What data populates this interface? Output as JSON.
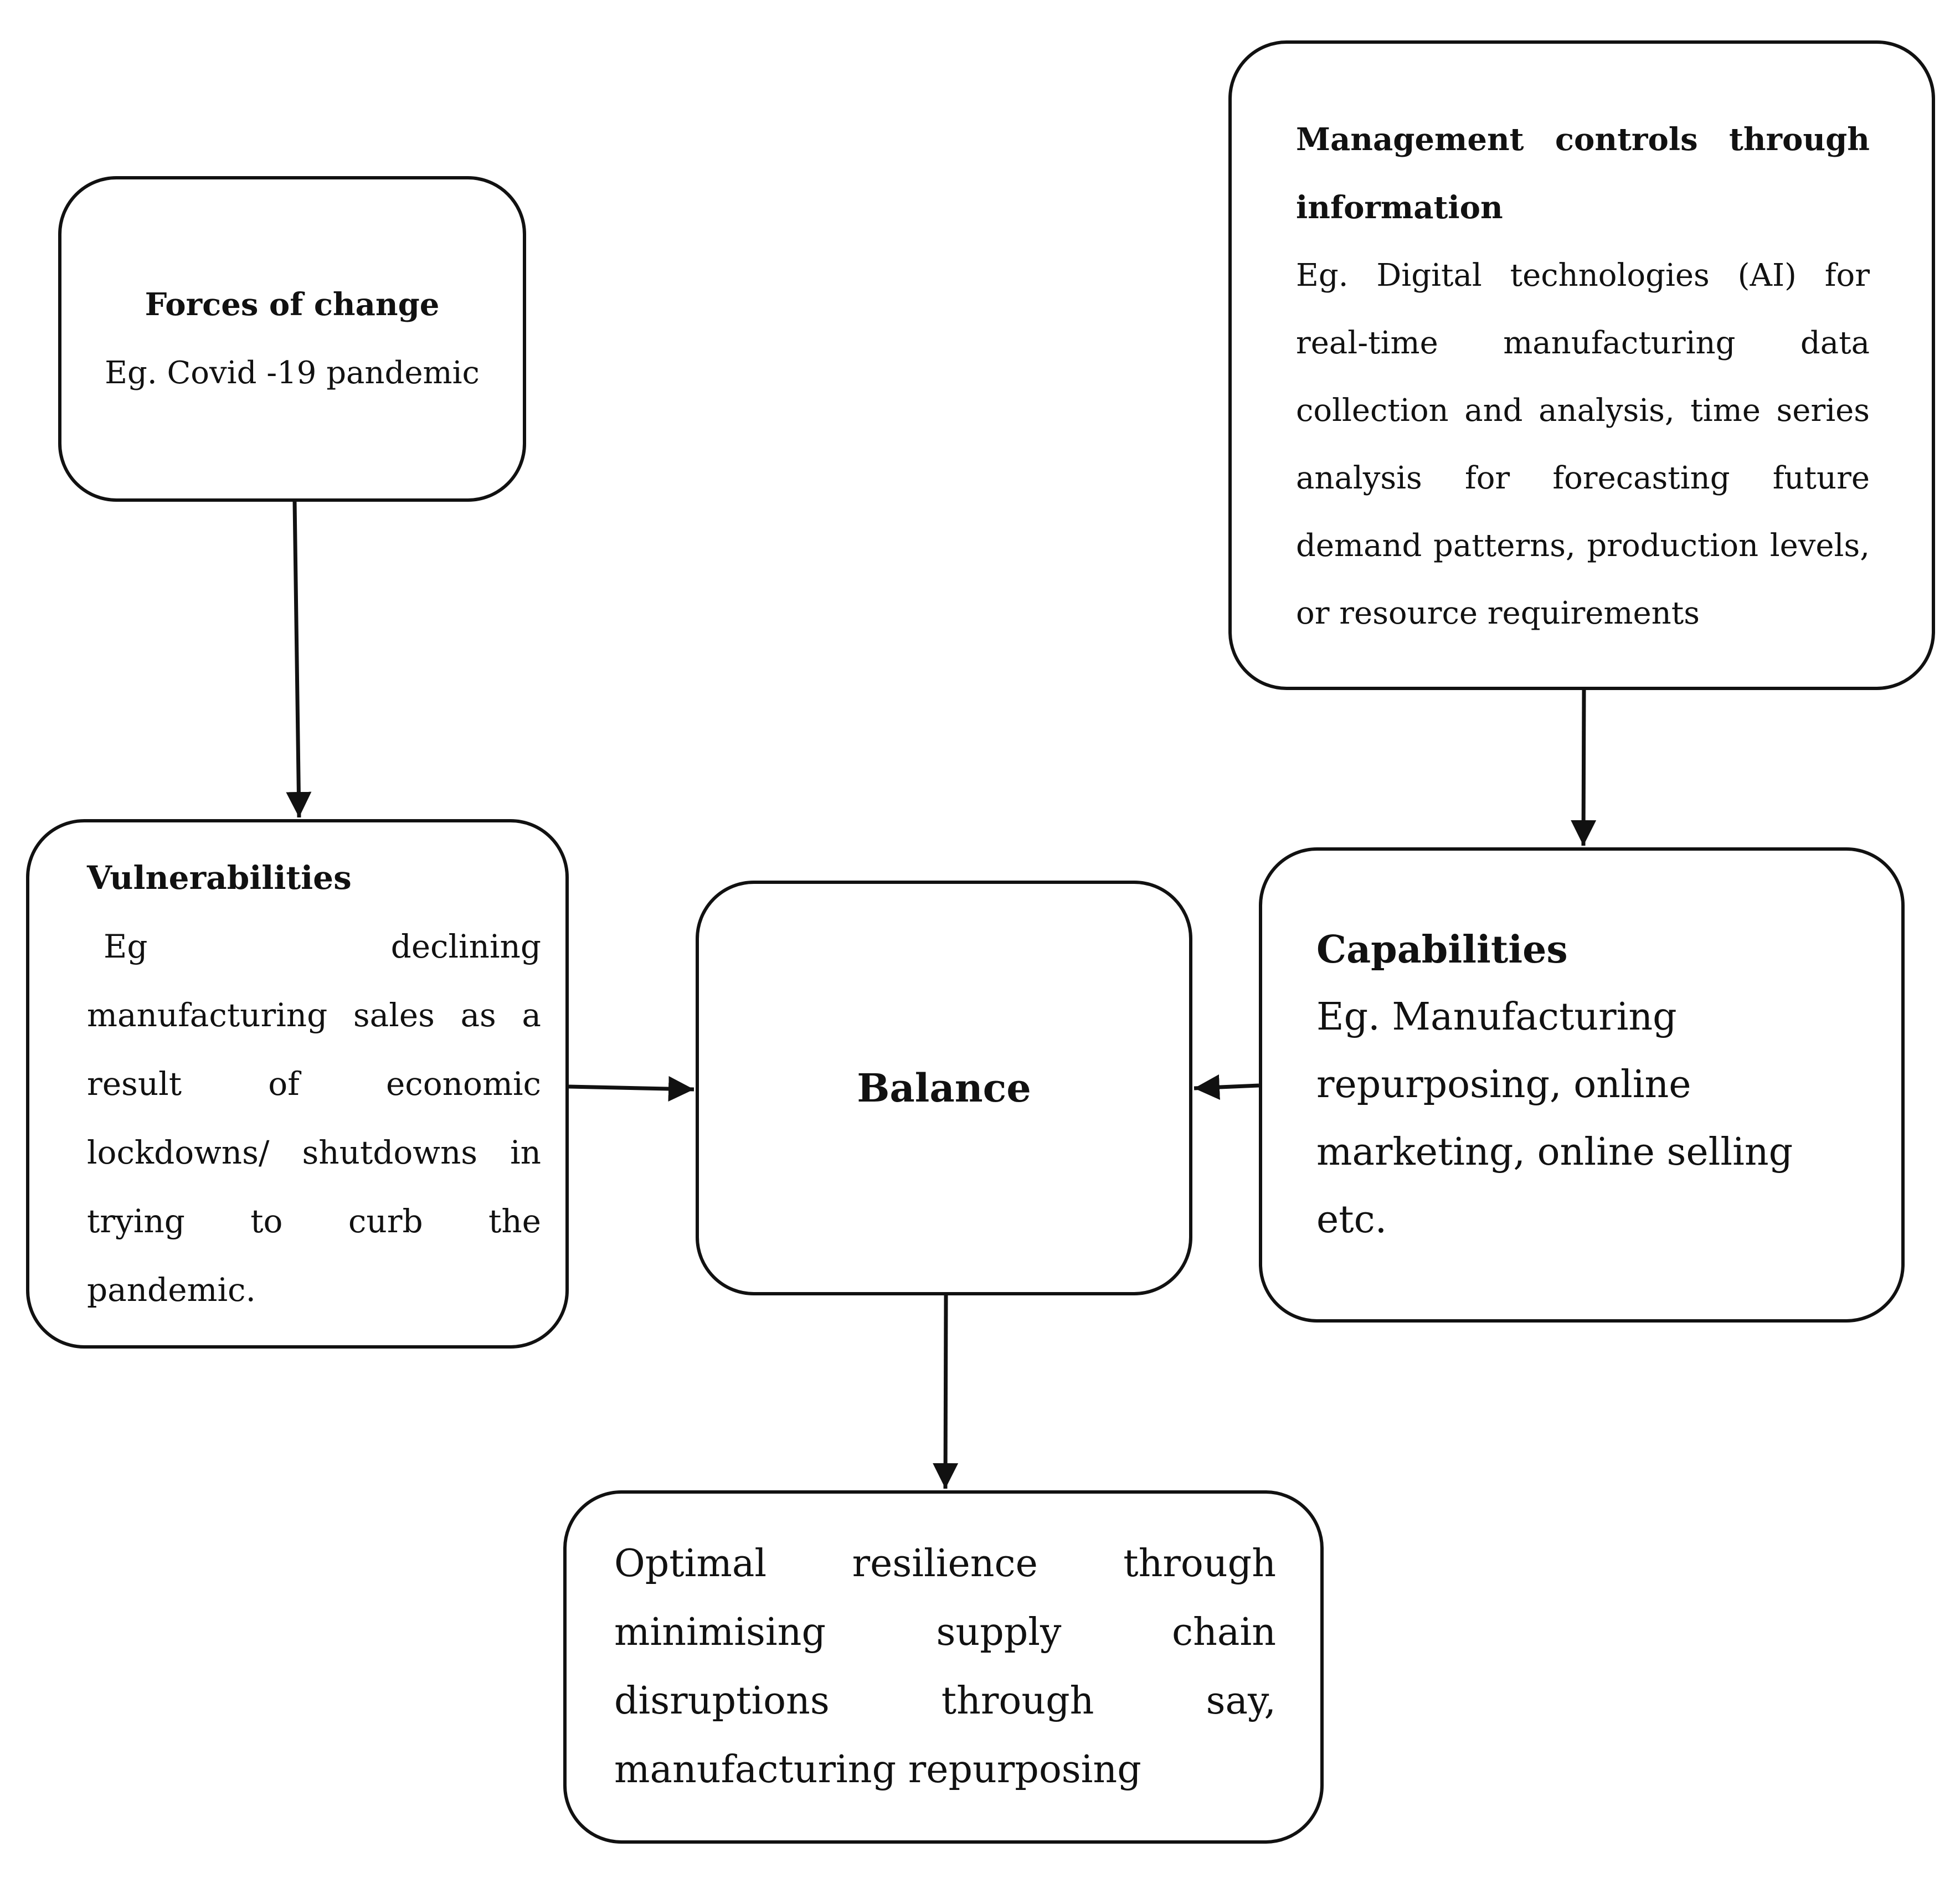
{
  "forces": {
    "title": "Forces of change",
    "body": "Eg. Covid -19 pandemic"
  },
  "management": {
    "title": "Management controls through information",
    "body": "Eg. Digital technologies (AI) for real-time manufacturing data collection and analysis, time series analysis for forecasting future demand patterns, production levels, or resource requirements"
  },
  "vulnerabilities": {
    "title": "Vulnerabilities",
    "body": "Eg declining manufacturing sales as a result of economic lockdowns/ shutdowns in trying to curb the pandemic."
  },
  "balance": {
    "title": "Balance"
  },
  "capabilities": {
    "title": "Capabilities",
    "body": "Eg. Manufacturing repurposing, online marketing, online selling etc."
  },
  "outcome": {
    "body": "Optimal resilience through minimising supply chain disruptions through say, manufacturing repurposing"
  },
  "style": {
    "line_color": "#111111",
    "background": "#ffffff"
  }
}
